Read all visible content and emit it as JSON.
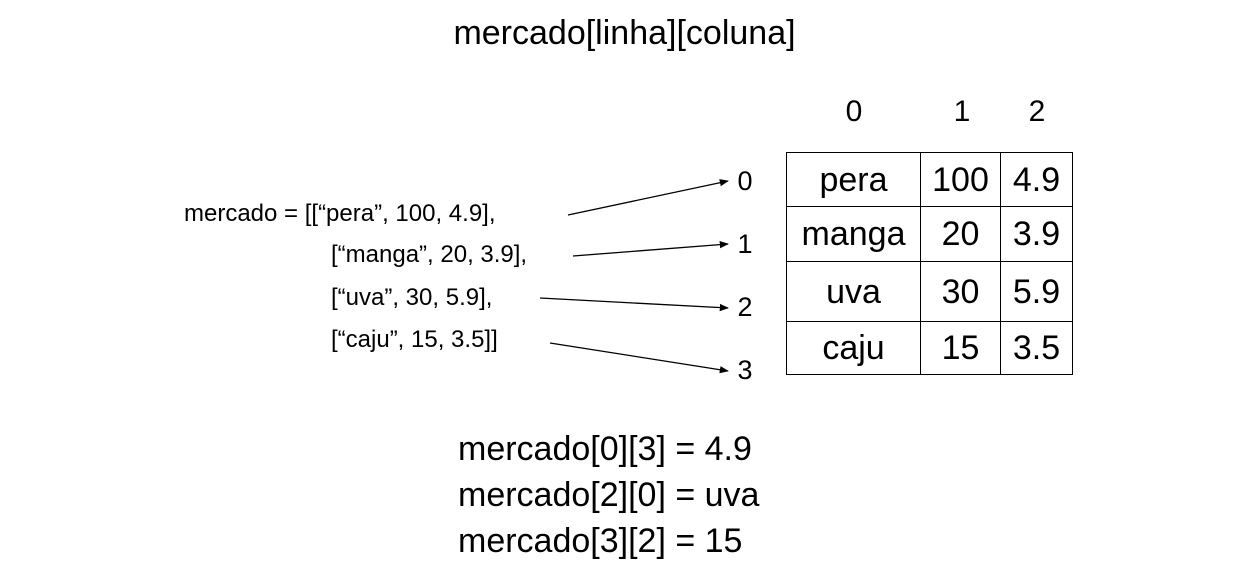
{
  "title": "mercado[linha][coluna]",
  "code": {
    "line0": "mercado = [[“pera”, 100, 4.9],",
    "line1": "[“manga”, 20, 3.9],",
    "line2": "[“uva”, 30, 5.9],",
    "line3": "[“caju”, 15, 3.5]]"
  },
  "column_indices": [
    "0",
    "1",
    "2"
  ],
  "row_indices": [
    "0",
    "1",
    "2",
    "3"
  ],
  "table": [
    [
      "pera",
      "100",
      "4.9"
    ],
    [
      "manga",
      "20",
      "3.9"
    ],
    [
      "uva",
      "30",
      "5.9"
    ],
    [
      "caju",
      "15",
      "3.5"
    ]
  ],
  "examples": [
    "mercado[0][3] = 4.9",
    "mercado[2][0] = uva",
    "mercado[3][2] = 15"
  ],
  "colors": {
    "ink": "#000000",
    "background": "#ffffff"
  }
}
